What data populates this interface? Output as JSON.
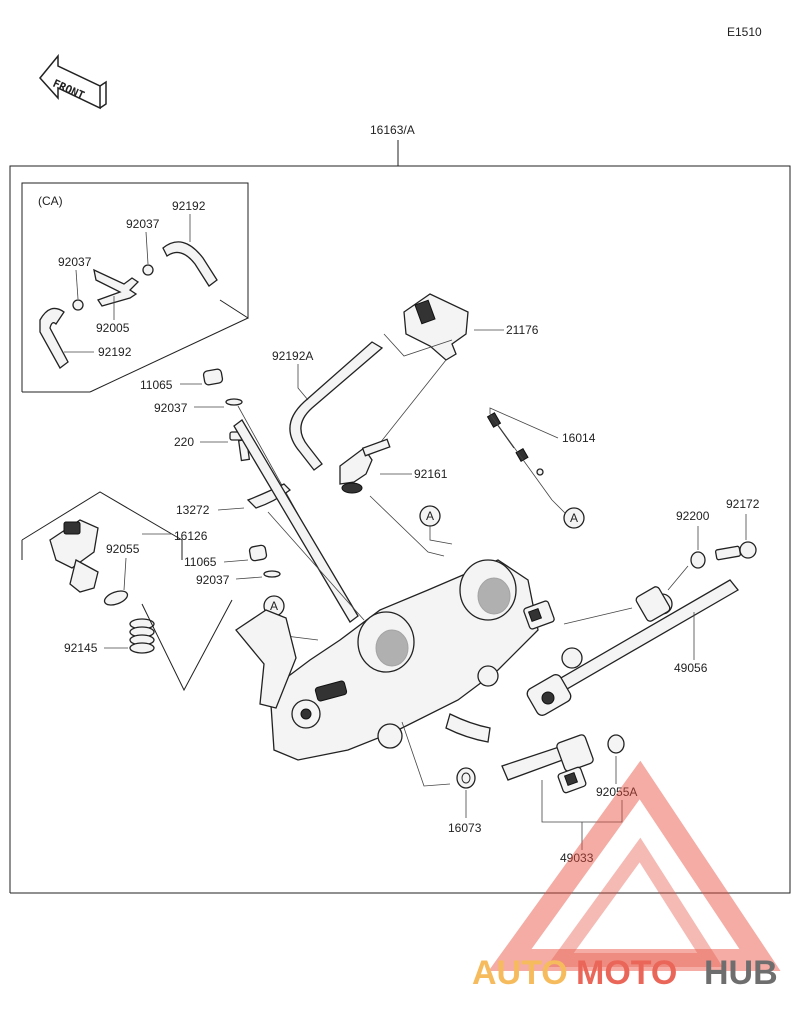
{
  "diagram_code": "E1510",
  "front_label": "FRONT",
  "assembly_label": "16163/A",
  "inset_label": "(CA)",
  "parts": {
    "p92192_top": "92192",
    "p92037_a": "92037",
    "p92037_b": "92037",
    "p92005": "92005",
    "p92192_bot": "92192",
    "p92192A": "92192A",
    "p21176": "21176",
    "p11065_a": "11065",
    "p92037_c": "92037",
    "p220": "220",
    "p16014": "16014",
    "p92161": "92161",
    "p13272": "13272",
    "p16126": "16126",
    "p92055": "92055",
    "p11065_b": "11065",
    "p92037_d": "92037",
    "p92200": "92200",
    "p92172": "92172",
    "p92145": "92145",
    "p49056": "49056",
    "p16073": "16073",
    "p92055A": "92055A",
    "p49033": "49033"
  },
  "refs": {
    "a1": "A",
    "a2": "A",
    "a3": "A"
  },
  "watermark": {
    "part1": "AUTO",
    "part2": "MOTO",
    "part3": "HUB",
    "color1": "#f5b041",
    "color2": "#e74c3c",
    "color3": "#555555"
  }
}
